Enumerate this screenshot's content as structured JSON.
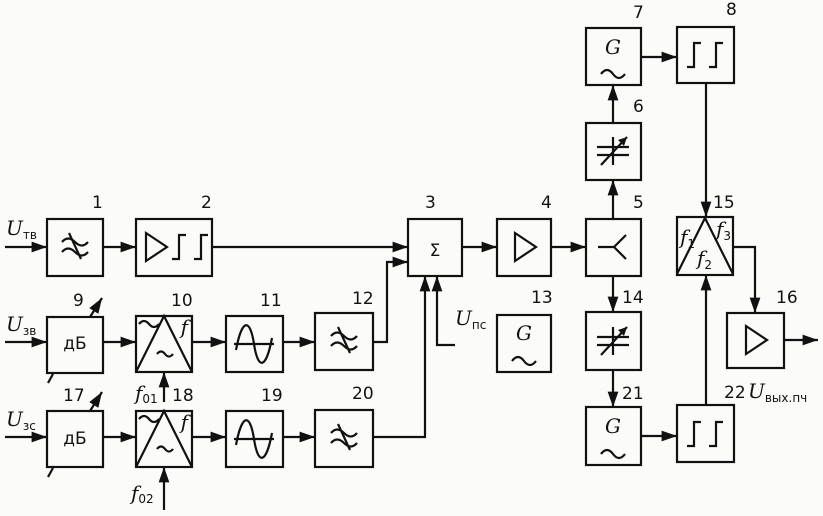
{
  "inputs": {
    "u_tv": {
      "main": "U",
      "sub": "тв"
    },
    "u_zv": {
      "main": "U",
      "sub": "зв"
    },
    "u_zs": {
      "main": "U",
      "sub": "зс"
    },
    "u_ps": {
      "main": "U",
      "sub": "пс"
    },
    "u_out": {
      "main": "U",
      "sub": "вых.пч"
    },
    "f01": {
      "main": "f",
      "sub": "01"
    },
    "f02": {
      "main": "f",
      "sub": "02"
    }
  },
  "blocks": {
    "b1": {
      "num": "1",
      "icon": "bandpass-filter-icon"
    },
    "b2": {
      "num": "2",
      "icon": "amplifier-limiter-icon"
    },
    "b3": {
      "num": "3",
      "symbol": "Σ"
    },
    "b4": {
      "num": "4",
      "icon": "amplifier-icon"
    },
    "b5": {
      "num": "5",
      "icon": "splitter-icon"
    },
    "b6": {
      "num": "6",
      "icon": "variable-capacitor-icon"
    },
    "b7": {
      "num": "7",
      "symbol": "G"
    },
    "b8": {
      "num": "8",
      "icon": "limiter-icon"
    },
    "b9": {
      "num": "9",
      "symbol": "дБ"
    },
    "b10": {
      "num": "10",
      "symbol": "f"
    },
    "b11": {
      "num": "11",
      "icon": "sine-icon"
    },
    "b12": {
      "num": "12",
      "icon": "bandpass-filter-icon"
    },
    "b13": {
      "num": "13",
      "symbol": "G"
    },
    "b14": {
      "num": "14",
      "icon": "variable-capacitor-icon"
    },
    "b15": {
      "num": "15",
      "f1": "f",
      "f1sub": "1",
      "f2": "f",
      "f2sub": "2",
      "f3": "f",
      "f3sub": "3"
    },
    "b16": {
      "num": "16",
      "icon": "amplifier-icon"
    },
    "b17": {
      "num": "17",
      "symbol": "дБ"
    },
    "b18": {
      "num": "18",
      "symbol": "f"
    },
    "b19": {
      "num": "19",
      "icon": "sine-icon"
    },
    "b20": {
      "num": "20",
      "icon": "bandpass-filter-icon"
    },
    "b21": {
      "num": "21",
      "symbol": "G"
    },
    "b22": {
      "num": "22",
      "icon": "limiter-icon"
    }
  }
}
